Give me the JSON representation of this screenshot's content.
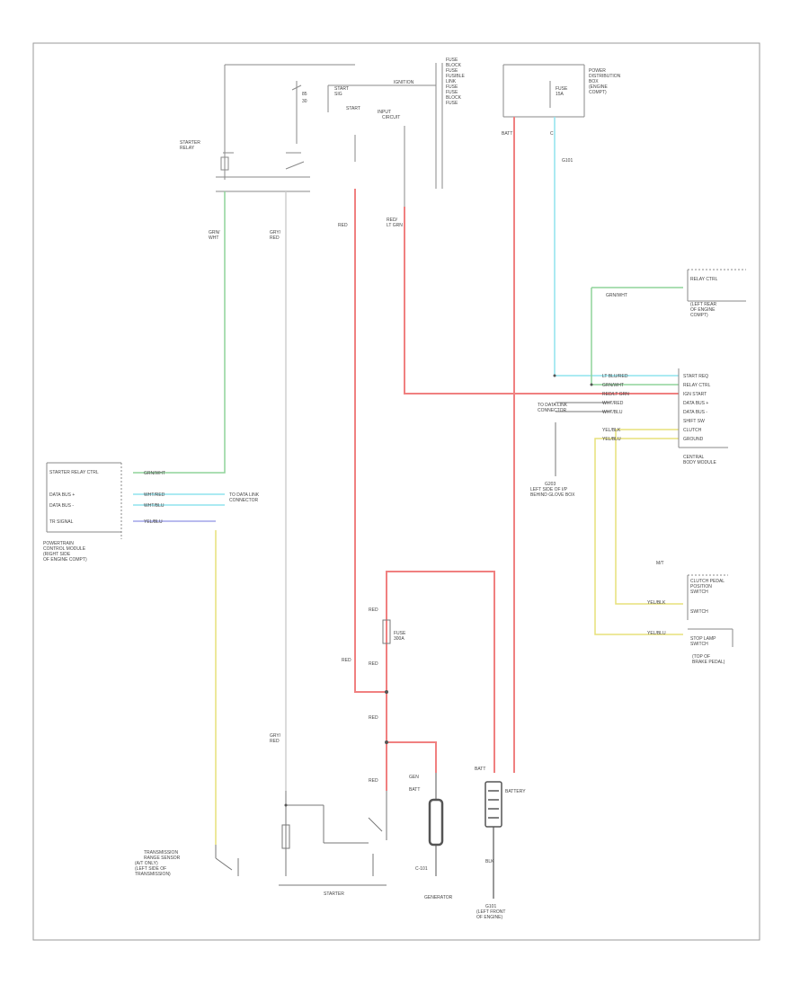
{
  "diagram": {
    "footer_code": "",
    "labels": {
      "starter_relay_top": "",
      "starter_label": "STARTER",
      "battery_label": "BATTERY",
      "generator_label": "GENERATOR",
      "pcm_label": "",
      "body_control_label": "",
      "ignition_switch_label": "",
      "fuse_box_label": ""
    }
  },
  "wire_colors": {
    "red": "#f08080",
    "green": "#8fd49a",
    "cyan": "#8fe3ee",
    "yellow": "#e7e07a",
    "gray": "#bdbdbd",
    "black": "#555555"
  }
}
